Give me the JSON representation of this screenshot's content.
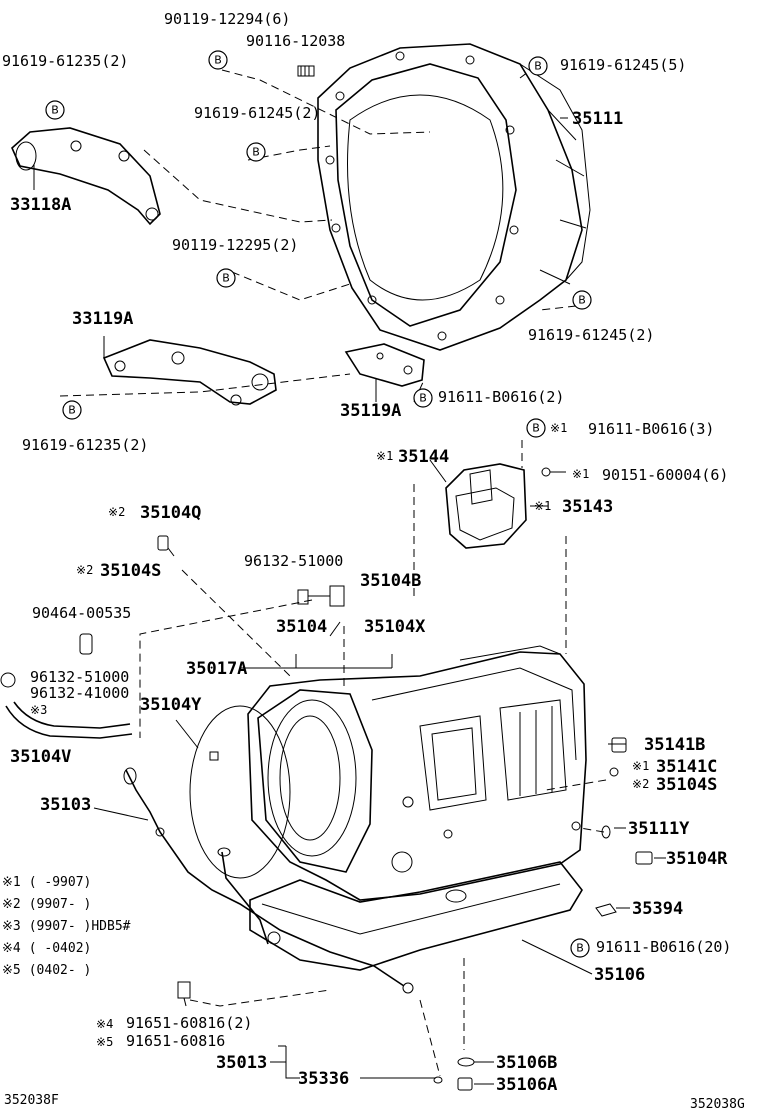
{
  "badge": "B",
  "ref_mark": "※",
  "labels": {
    "p90119_12294": "90119-12294(6)",
    "p90116_12038": "90116-12038",
    "p91619_61235_top": "91619-61235(2)",
    "p91619_61245_5": "91619-61245(5)",
    "p35111": "35111",
    "p91619_61245_2a": "91619-61245(2)",
    "p33118A": "33118A",
    "p90119_12295": "90119-12295(2)",
    "p91619_61245_2b": "91619-61245(2)",
    "p33119A": "33119A",
    "p91611_B0616_2": "91611-B0616(2)",
    "p35119A": "35119A",
    "p91619_61235_bottom": "91619-61235(2)",
    "p91611_B0616_3": "91611-B0616(3)",
    "p35144": "35144",
    "p90151_60004": "90151-60004(6)",
    "p35143": "35143",
    "p35104Q": "35104Q",
    "p35104S_left": "35104S",
    "p96132_51000_a": "96132-51000",
    "p35104B": "35104B",
    "p90464_00535": "90464-00535",
    "p35104": "35104",
    "p35104X": "35104X",
    "p35017A": "35017A",
    "p96132_51000_b": "96132-51000",
    "p96132_41000": "96132-41000",
    "p35104Y": "35104Y",
    "p35104V": "35104V",
    "p35103": "35103",
    "p35141B": "35141B",
    "p35141C": "35141C",
    "p35104S_right": "35104S",
    "p35111Y": "35111Y",
    "p35104R": "35104R",
    "p35394": "35394",
    "p91611_B0616_20": "91611-B0616(20)",
    "p35106": "35106",
    "p91651_60816_2": "91651-60816(2)",
    "p91651_60816": "91651-60816",
    "p35013": "35013",
    "p35336": "35336",
    "p35106B": "35106B",
    "p35106A": "35106A"
  },
  "mark_nums": {
    "m35144": "1",
    "m91611_B0616_3": "1",
    "m90151": "1",
    "m35143": "1",
    "m35104Q": "2",
    "m35104S_left": "2",
    "m35141C": "1",
    "m35104S_right": "2",
    "m96132_41000": "3",
    "m91651_2": "4",
    "m91651": "5"
  },
  "notes": [
    {
      "num": "1",
      "range": "(     -9907)"
    },
    {
      "num": "2",
      "range": "(9907-     )"
    },
    {
      "num": "3",
      "range": "(9907-     )HDB5#"
    },
    {
      "num": "4",
      "range": "(     -0402)"
    },
    {
      "num": "5",
      "range": "(0402-     )"
    }
  ],
  "codes": {
    "left": "352038F",
    "right": "352038G"
  }
}
